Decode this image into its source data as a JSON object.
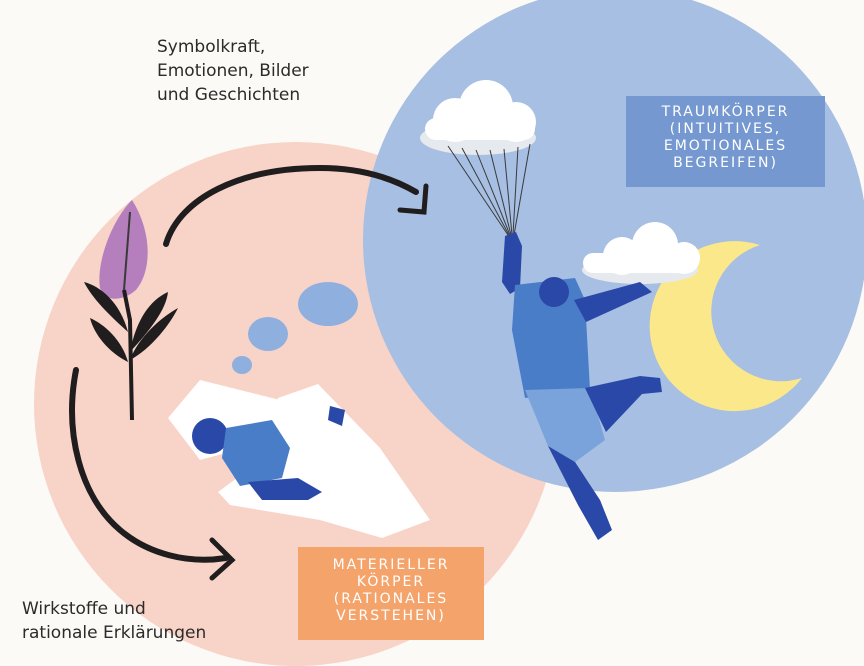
{
  "captions": {
    "top": [
      "Symbolkraft,",
      "Emotionen, Bilder",
      "und Geschichten"
    ],
    "bottom": [
      "Wirkstoffe und",
      "rationale Erklärungen"
    ]
  },
  "labels": {
    "dream_body": [
      "TRAUMKÖRPER",
      "(INTUITIVES,",
      "EMOTIONALES",
      "BEGREIFEN)"
    ],
    "material_body": [
      "MATERIELLER",
      "KÖRPER",
      "(RATIONALES",
      "VERSTEHEN)"
    ]
  },
  "colors": {
    "background": "#fcfaf6",
    "pink_circle": "#f8d3c8",
    "blue_circle": "#a6bfe2",
    "dream_label_bg": "#7498cf",
    "material_label_bg": "#f4a36b",
    "moon": "#fbe88a",
    "figure_dark": "#2a48a8",
    "figure_mid": "#4a7dc8",
    "figure_light": "#7aa3db",
    "plant_dark": "#1f1d1d",
    "plant_flower": "#b57fbd",
    "arrow": "#1f1d1d",
    "cloud": "#ffffff",
    "thought_bubble": "#8fb0de"
  },
  "icons": [
    "sleeping-person-icon",
    "flying-person-icon",
    "cloud-icon",
    "moon-icon",
    "plant-icon",
    "thought-bubble-icon",
    "curved-arrow-icon"
  ]
}
